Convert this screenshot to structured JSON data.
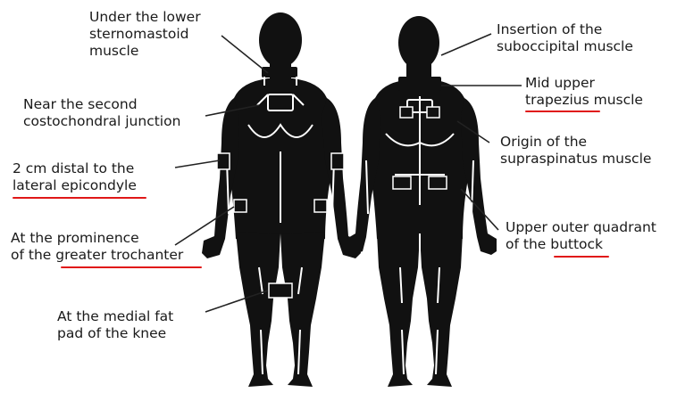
{
  "colors": {
    "ink": "#111111",
    "annotation_underline": "#e01818",
    "background": "#ffffff",
    "text": "#1a1a1a"
  },
  "views": {
    "front": "front-silhouette",
    "back": "back-silhouette"
  },
  "labels": {
    "sternomastoid": {
      "line1": "Under the lower",
      "line2": "sternomastoid",
      "line3": "muscle"
    },
    "costochondral": {
      "line1": "Near the second",
      "line2": "costochondral junction"
    },
    "epicondyle": {
      "line1": "2 cm distal to the",
      "line2": "lateral epicondyle"
    },
    "trochanter": {
      "line1": "At the prominence",
      "line2": "of the greater trochanter"
    },
    "knee": {
      "line1": "At the medial fat",
      "line2": "pad of the knee"
    },
    "suboccipital": {
      "line1": "Insertion of the",
      "line2": "suboccipital muscle"
    },
    "trapezius": {
      "line1": "Mid upper",
      "line2": "trapezius muscle"
    },
    "supraspinatus": {
      "line1": "Origin of the",
      "line2": "supraspinatus muscle"
    },
    "buttock": {
      "line1": "Upper outer quadrant",
      "line2": "of the buttock"
    }
  }
}
